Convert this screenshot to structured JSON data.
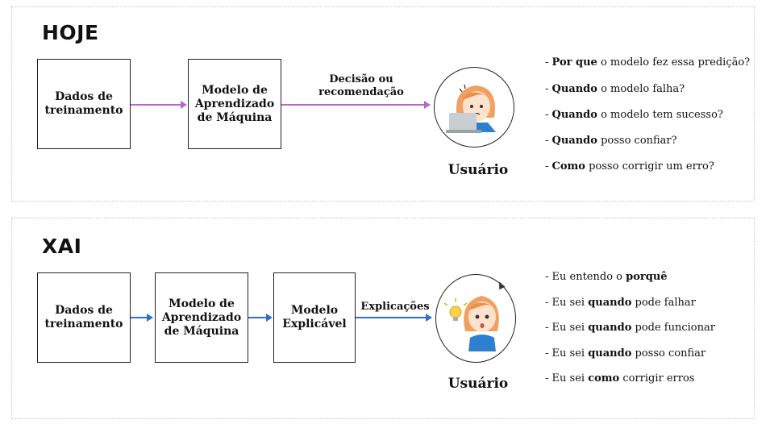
{
  "today": {
    "title": "HOJE",
    "box_data": "Dados de\ntreinamento",
    "box_model": "Modelo de\nAprendizado\nde Máquina",
    "arrow_label": "Decisão ou\nrecomendação",
    "user_label": "Usuário",
    "questions": [
      {
        "dash": "- ",
        "bold": "Por que",
        "rest": " o modelo fez essa predição?"
      },
      {
        "dash": "- ",
        "bold": "Quando",
        "rest": " o modelo falha?"
      },
      {
        "dash": "- ",
        "bold": "Quando",
        "rest": " o modelo tem sucesso?"
      },
      {
        "dash": "- ",
        "bold": "Quando",
        "rest": " posso confiar?"
      },
      {
        "dash": "- ",
        "bold": "Como",
        "rest": " posso corrigir um erro?"
      }
    ]
  },
  "xai": {
    "title": "XAI",
    "box_data": "Dados de\ntreinamento",
    "box_model": "Modelo de\nAprendizado\nde Máquina",
    "box_explainable": "Modelo\nExplicável",
    "arrow_label": "Explicações",
    "user_label": "Usuário",
    "statements": [
      {
        "pre": "- Eu entendo o ",
        "bold": "porquê",
        "rest": ""
      },
      {
        "pre": "- Eu sei ",
        "bold": "quando",
        "rest": " pode falhar"
      },
      {
        "pre": "- Eu sei ",
        "bold": "quando",
        "rest": " pode funcionar"
      },
      {
        "pre": "- Eu sei ",
        "bold": "quando",
        "rest": " posso confiar"
      },
      {
        "pre": "- Eu sei ",
        "bold": "como",
        "rest": " corrigir erros"
      }
    ]
  },
  "colors": {
    "arrow_today": "#b36ac7",
    "arrow_xai": "#2f6fc4",
    "panel_border": "#b8c4cc"
  },
  "icons": {
    "user_confused": "confused-woman-laptop-icon",
    "user_enlightened": "woman-lightbulb-icon"
  }
}
